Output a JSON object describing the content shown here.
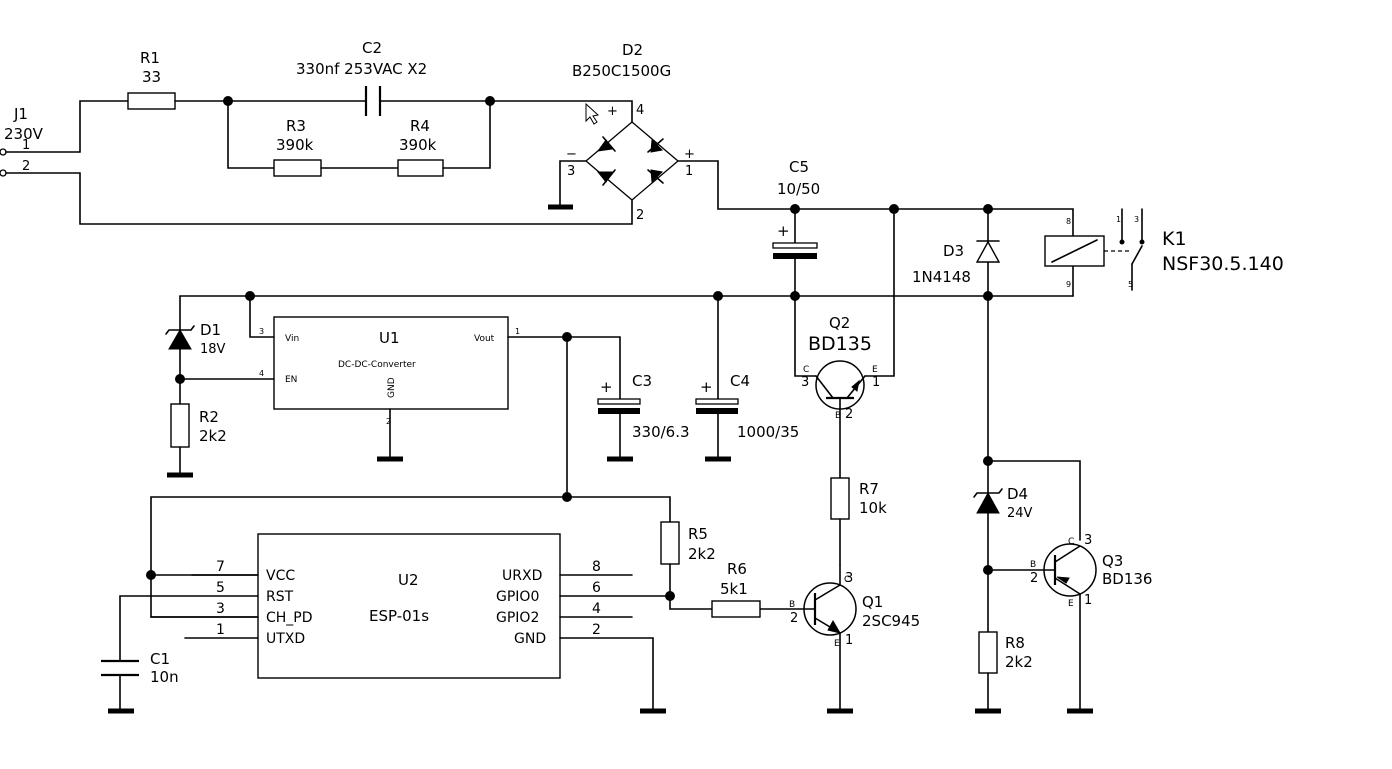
{
  "J1": {
    "ref": "J1",
    "value": "230V",
    "pin1": "1",
    "pin2": "2"
  },
  "R1": {
    "ref": "R1",
    "value": "33"
  },
  "C2": {
    "ref": "C2",
    "value": "330nf 253VAC X2"
  },
  "R3": {
    "ref": "R3",
    "value": "390k"
  },
  "R4": {
    "ref": "R4",
    "value": "390k"
  },
  "D2": {
    "ref": "D2",
    "value": "B250C1500G",
    "pin_plus_top": "+",
    "pin_minus_left": "−",
    "pin_plus_right": "+",
    "pin3": "3",
    "pin1": "1",
    "pin4": "4",
    "pin2": "2"
  },
  "C5": {
    "ref": "C5",
    "value": "10/50",
    "polarity": "+"
  },
  "D3": {
    "ref": "D3",
    "value": "1N4148"
  },
  "K1": {
    "ref": "K1",
    "value": "NSF30.5.140",
    "pin8": "8",
    "pin9": "9",
    "pin1": "1",
    "pin3": "3",
    "pin5": "5"
  },
  "D1": {
    "ref": "D1",
    "value": "18V"
  },
  "R2": {
    "ref": "R2",
    "value": "2k2"
  },
  "U1": {
    "ref": "U1",
    "value": "DC-DC-Converter",
    "vin": "Vin",
    "en": "EN",
    "vout": "Vout",
    "gnd": "GND",
    "pin3": "3",
    "pin4": "4",
    "pin1": "1",
    "pin2": "2"
  },
  "C3": {
    "ref": "C3",
    "value": "330/6.3",
    "polarity": "+"
  },
  "C4": {
    "ref": "C4",
    "value": "1000/35",
    "polarity": "+"
  },
  "Q2": {
    "ref": "Q2",
    "value": "BD135",
    "c": "C",
    "e": "E",
    "b": "B",
    "pin3": "3",
    "pin1": "1",
    "pin2": "2"
  },
  "R7": {
    "ref": "R7",
    "value": "10k"
  },
  "D4": {
    "ref": "D4",
    "value": "24V"
  },
  "Q3": {
    "ref": "Q3",
    "value": "BD136",
    "c": "C",
    "b": "B",
    "e": "E",
    "pin3": "3",
    "pin2": "2",
    "pin1": "1"
  },
  "R5": {
    "ref": "R5",
    "value": "2k2"
  },
  "R6": {
    "ref": "R6",
    "value": "5k1"
  },
  "Q1": {
    "ref": "Q1",
    "value": "2SC945",
    "c": "C",
    "b": "B",
    "e": "E",
    "pin3": "3",
    "pin2": "2",
    "pin1": "1"
  },
  "R8": {
    "ref": "R8",
    "value": "2k2"
  },
  "C1": {
    "ref": "C1",
    "value": "10n"
  },
  "U2": {
    "ref": "U2",
    "value": "ESP-01s",
    "left_pins": [
      {
        "num": "7",
        "name": "VCC"
      },
      {
        "num": "5",
        "name": "RST"
      },
      {
        "num": "3",
        "name": "CH_PD"
      },
      {
        "num": "1",
        "name": "UTXD"
      }
    ],
    "right_pins": [
      {
        "num": "8",
        "name": "URXD"
      },
      {
        "num": "6",
        "name": "GPIO0"
      },
      {
        "num": "4",
        "name": "GPIO2"
      },
      {
        "num": "2",
        "name": "GND"
      }
    ]
  }
}
